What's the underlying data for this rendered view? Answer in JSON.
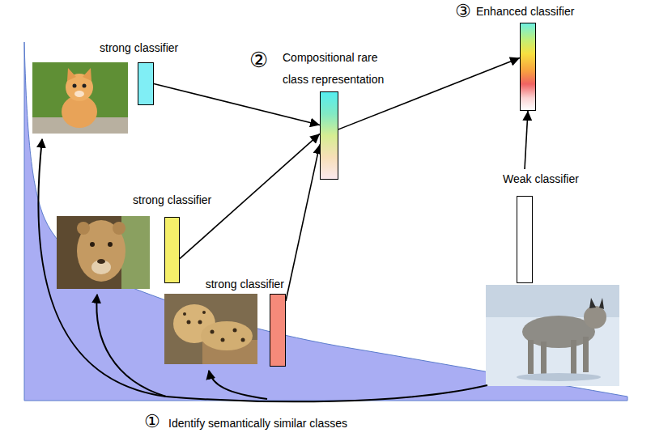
{
  "diagram": {
    "nodes": [
      {
        "text": [
          "strong classifier"
        ]
      },
      {
        "text": [
          "strong classifier"
        ]
      },
      {
        "text": [
          "strong classifier"
        ]
      },
      {
        "text": [
          "Compositional rare class representation"
        ]
      },
      {
        "text": [
          "Enhanced classifier"
        ]
      },
      {
        "text": [
          "Weak classifier"
        ]
      }
    ],
    "edges": [
      {
        "from": 0,
        "to": 3,
        "arrow": "to"
      },
      {
        "from": 1,
        "to": 3,
        "arrow": "to"
      },
      {
        "from": 2,
        "to": 3,
        "arrow": "to"
      },
      {
        "from": 3,
        "to": 4,
        "arrow": "to"
      },
      {
        "from": 5,
        "to": 4,
        "arrow": "to"
      }
    ],
    "labels": [
      "①",
      "Identify semantically similar classes",
      "②",
      "③"
    ]
  }
}
